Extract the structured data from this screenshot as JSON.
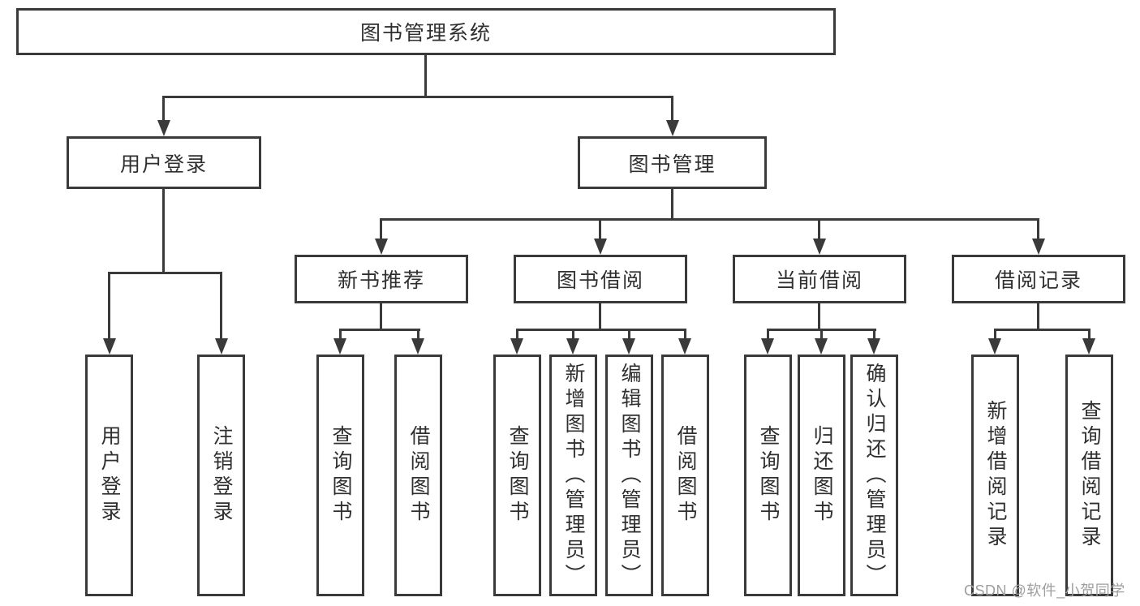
{
  "diagram_type": "hierarchy-tree",
  "tree": {
    "root": {
      "label": "图书管理系统",
      "children": [
        {
          "label": "用户登录",
          "children": [
            {
              "label": "用户登录"
            },
            {
              "label": "注销登录"
            }
          ]
        },
        {
          "label": "图书管理",
          "children": [
            {
              "label": "新书推荐",
              "children": [
                {
                  "label": "查询图书"
                },
                {
                  "label": "借阅图书"
                }
              ]
            },
            {
              "label": "图书借阅",
              "children": [
                {
                  "label": "查询图书"
                },
                {
                  "label": "新增图书（管理员）"
                },
                {
                  "label": "编辑图书（管理员）"
                },
                {
                  "label": "借阅图书"
                }
              ]
            },
            {
              "label": "当前借阅",
              "children": [
                {
                  "label": "查询图书"
                },
                {
                  "label": "归还图书"
                },
                {
                  "label": "确认归还（管理员）"
                }
              ]
            },
            {
              "label": "借阅记录",
              "children": [
                {
                  "label": "新增借阅记录"
                },
                {
                  "label": "查询借阅记录"
                }
              ]
            }
          ]
        }
      ]
    }
  },
  "watermark": {
    "text": "CSDN @软件_小贺同学"
  },
  "colors": {
    "line": "#3a3a3a",
    "box_border": "#3a3a3a",
    "text": "#2f2f2f",
    "watermark": "#9e9e9e",
    "background": "#ffffff"
  }
}
